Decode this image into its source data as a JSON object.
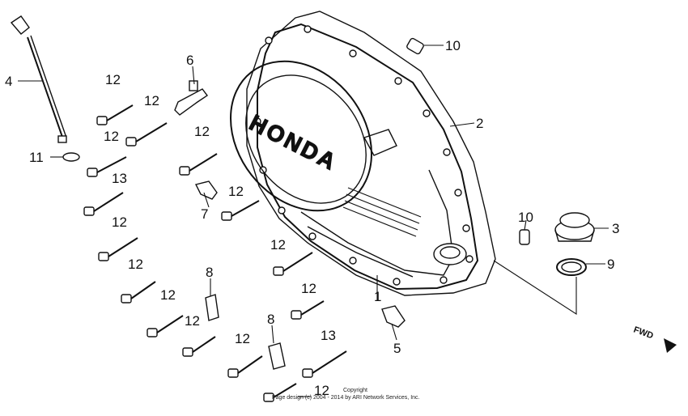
{
  "brand_text": "HONDA",
  "fwd_label": "FWD",
  "copyright": {
    "line1": "Copyright",
    "line2": "Page design (c) 2004 - 2014 by ARI Network Services, Inc."
  },
  "callouts": {
    "c1": "1",
    "c2": "2",
    "c3": "3",
    "c4": "4",
    "c5": "5",
    "c6": "6",
    "c7": "7",
    "c8a": "8",
    "c8b": "8",
    "c9": "9",
    "c10a": "10",
    "c10b": "10",
    "c11": "11",
    "c12a": "12",
    "c12b": "12",
    "c12c": "12",
    "c12d": "12",
    "c12e": "12",
    "c12f": "12",
    "c12g": "12",
    "c12h": "12",
    "c12i": "12",
    "c12j": "12",
    "c12k": "12",
    "c12l": "12",
    "c13a": "13",
    "c13b": "13"
  }
}
